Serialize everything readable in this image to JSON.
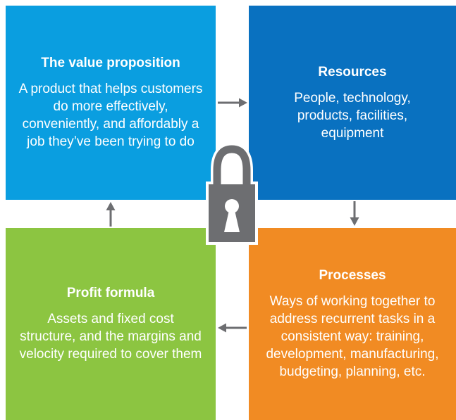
{
  "diagram": {
    "value_proposition": {
      "title": "The value proposition",
      "body": "A product that helps customers do more effectively, conveniently, and affordably a job they’ve been trying to do",
      "color": "#0a9ee0"
    },
    "resources": {
      "title": "Resources",
      "body": "People, technology, products, facilities, equipment",
      "color": "#0971c0"
    },
    "processes": {
      "title": "Processes",
      "body": "Ways of working together to address recurrent tasks in a consistent way: training, development, manufacturing, budgeting, planning, etc.",
      "color": "#f18b23"
    },
    "profit_formula": {
      "title": "Profit formula",
      "body": "Assets and fixed cost structure, and the margins and velocity required to cover them",
      "color": "#8cc541"
    },
    "center_icon": "padlock-icon",
    "connector_color": "#6d6e71"
  }
}
